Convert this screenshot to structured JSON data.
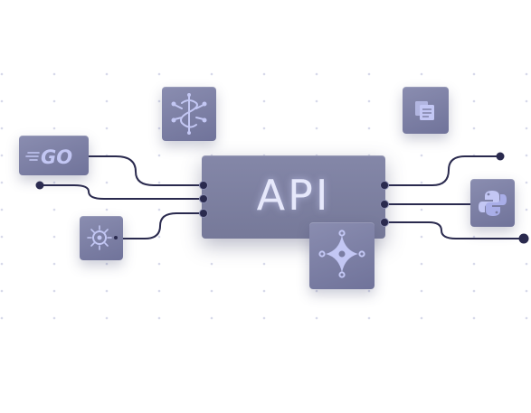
{
  "diagram": {
    "center_label": "API",
    "colors": {
      "background": "#ffffff",
      "grid_dot": "#d7d9ea",
      "line": "#2a2a4e",
      "node": "#2a2a4e",
      "tile": "#7a7da2",
      "icon": "#b8bdf0",
      "label": "#e6e8fb"
    },
    "tiles": [
      {
        "name": "go-logo",
        "icon": "go-logo-icon",
        "text": "GO"
      },
      {
        "name": "service-chain",
        "icon": "chain-network-icon"
      },
      {
        "name": "documents",
        "icon": "documents-icon"
      },
      {
        "name": "hub",
        "icon": "hub-sparkle-icon"
      },
      {
        "name": "python",
        "icon": "python-icon"
      },
      {
        "name": "virus",
        "icon": "gear-node-icon"
      }
    ]
  }
}
